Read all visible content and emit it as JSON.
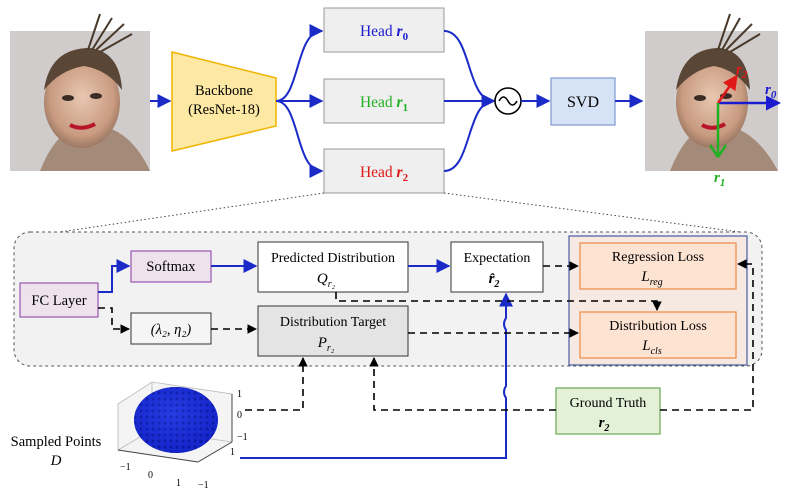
{
  "colors": {
    "arrow_blue": "#1a2bc8",
    "dash": "#000000",
    "backbone_fill": "#fde9a3",
    "backbone_stroke": "#f0b400",
    "head_fill": "#efefef",
    "svd_fill": "#d6e2f5",
    "fc_fill": "#efe2ef",
    "fc_stroke": "#9a57b0",
    "loss_fill": "#fde3d2",
    "loss_stroke": "#ee8a45",
    "gt_fill": "#e3f1d8",
    "gt_stroke": "#6aa84f",
    "r0": "#1b1bd0",
    "r1": "#21b021",
    "r2": "#e01818"
  },
  "backbone": {
    "line1": "Backbone",
    "line2": "(ResNet-18)"
  },
  "heads": [
    {
      "prefix": "Head ",
      "symbol": "r",
      "sub": "0",
      "color": "#1b1bd0"
    },
    {
      "prefix": "Head ",
      "symbol": "r",
      "sub": "1",
      "color": "#21b021"
    },
    {
      "prefix": "Head ",
      "symbol": "r",
      "sub": "2",
      "color": "#e01818"
    }
  ],
  "svd_label": "SVD",
  "output_labels": {
    "r0": "r",
    "r0_sub": "0",
    "r1": "r",
    "r1_sub": "1",
    "r2": "r",
    "r2_sub": "2"
  },
  "detail": {
    "fc_layer": "FC Layer",
    "softmax": "Softmax",
    "params": "(λ₂, η₂)",
    "predicted_line1": "Predicted Distribution",
    "predicted_sym": "Q",
    "predicted_sub": "r₂",
    "target_line1": "Distribution Target",
    "target_sym": "P",
    "target_sub": "r₂",
    "expectation_line1": "Expectation",
    "expectation_sym": "r̂",
    "expectation_sub": "2",
    "regression_line1": "Regression Loss",
    "regression_sym": "L",
    "regression_sub": "reg",
    "distribution_loss_line1": "Distribution Loss",
    "distribution_loss_sym": "L",
    "distribution_loss_sub": "cls",
    "ground_truth_line1": "Ground Truth",
    "ground_truth_sym": "r",
    "ground_truth_sub": "2"
  },
  "sampled": {
    "line1": "Sampled Points",
    "sym": "D",
    "ticks_right": [
      "1",
      "0",
      "−1"
    ],
    "ticks_bottom": [
      "−1",
      "0",
      "1"
    ],
    "tick_corner": "1",
    "tick_corner2": "−1"
  }
}
